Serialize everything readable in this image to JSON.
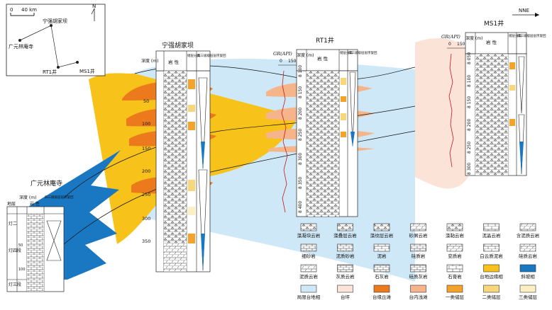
{
  "north": "N",
  "direction": "NNE",
  "map": {
    "scale_zero": "0",
    "scale_label": "40 km",
    "wells": {
      "ningqiang": "宁强胡家坝",
      "guangyuan": "广元林庵寺",
      "rt1": "RT1井",
      "ms1": "MS1井"
    }
  },
  "sections": {
    "guangyuan": {
      "title": "广元林庵寺",
      "col_strata": "地层",
      "col_depth": "深度 (m)",
      "col_lith": "岩 性",
      "col_seq": "四三级级层层序旋回",
      "formation_labels": [
        "灯四段",
        "灯三段",
        "灯二"
      ],
      "depth_ticks": [
        "50",
        "100"
      ]
    },
    "ningqiang": {
      "title": "宁强胡家坝",
      "col_depth": "深度 (m)",
      "col_lith": "岩 性",
      "col_reservoir": "储层分类",
      "col_seq": "四三级级层层序旋回",
      "depth_ticks": [
        "50",
        "100",
        "150",
        "200",
        "250",
        "300",
        "350"
      ]
    },
    "rt1": {
      "title": "RT1井",
      "gr_label": "GR(API)",
      "gr_min": "0",
      "gr_max": "150",
      "col_depth": "深度 (m)",
      "col_lith": "岩 性",
      "col_reservoir": "储层分类",
      "col_seq": "四三级级层层序旋回",
      "depth_ticks": [
        "8 100",
        "8 150",
        "8 200",
        "8 250",
        "8 300",
        "8 350",
        "8 400"
      ]
    },
    "ms1": {
      "title": "MS1井",
      "gr_label": "GR(API)",
      "gr_min": "0",
      "gr_max": "150",
      "col_depth": "深度 (m)",
      "col_lith": "岩 性",
      "col_reservoir": "储层分类",
      "col_seq": "四三级级层层序旋回",
      "depth_ticks": [
        "8 050",
        "8 100",
        "8 150",
        "8 200",
        "8 250",
        "8 300"
      ]
    }
  },
  "legend": [
    {
      "label": "藻凝块云岩",
      "pattern": "algal-clot",
      "swatch": "#ffffff"
    },
    {
      "label": "藻叠层云岩",
      "pattern": "stromatolite",
      "swatch": "#ffffff"
    },
    {
      "label": "藻纹层云岩",
      "pattern": "algal-laminae",
      "swatch": "#ffffff"
    },
    {
      "label": "砂屑云岩",
      "pattern": "sandy-dolomite",
      "swatch": "#ffffff"
    },
    {
      "label": "藻黏云岩",
      "pattern": "algal-sticky",
      "swatch": "#ffffff"
    },
    {
      "label": "泥晶云岩",
      "pattern": "micrite-dolomite",
      "swatch": "#ffffff"
    },
    {
      "label": "含泥质云岩",
      "pattern": "muddy-dolomite",
      "swatch": "#ffffff"
    },
    {
      "label": "细砂岩",
      "pattern": "fine-sandstone",
      "swatch": "#ffffff"
    },
    {
      "label": "泥质砂岩",
      "pattern": "muddy-sandstone",
      "swatch": "#ffffff"
    },
    {
      "label": "泥岩",
      "pattern": "mudstone",
      "swatch": "#ffffff"
    },
    {
      "label": "硅质岩",
      "pattern": "siliceous",
      "swatch": "#ffffff"
    },
    {
      "label": "变质岩",
      "pattern": "metamorphic",
      "swatch": "#ffffff"
    },
    {
      "label": "白云质泥岩",
      "pattern": "dolomitic-mudstone",
      "swatch": "#ffffff"
    },
    {
      "label": "硅质云岩",
      "pattern": "siliceous-dolomite",
      "swatch": "#ffffff"
    },
    {
      "label": "泥质云岩",
      "pattern": "argillaceous-dolomite",
      "swatch": "#ffffff"
    },
    {
      "label": "灰质云岩",
      "pattern": "calcareous-dolomite",
      "swatch": "#ffffff"
    },
    {
      "label": "石灰岩",
      "pattern": "limestone",
      "swatch": "#ffffff"
    },
    {
      "label": "硅质灰岩",
      "pattern": "siliceous-limestone",
      "swatch": "#ffffff"
    },
    {
      "label": "石膏岩",
      "pattern": "gypsum",
      "swatch": "#ffffff"
    },
    {
      "label": "台地边缘相",
      "pattern": "solid",
      "swatch": "#f7c21a"
    },
    {
      "label": "斜坡相",
      "pattern": "solid",
      "swatch": "#1a78c2"
    },
    {
      "label": "局限台地相",
      "pattern": "solid",
      "swatch": "#cfe8f7"
    },
    {
      "label": "台坪",
      "pattern": "solid",
      "swatch": "#fbe3d8"
    },
    {
      "label": "台缘丘滩",
      "pattern": "solid",
      "swatch": "#ec7a1d"
    },
    {
      "label": "台内浅滩",
      "pattern": "solid",
      "swatch": "#f5b48a"
    },
    {
      "label": "一类储层",
      "pattern": "solid",
      "swatch": "#f3a32a"
    },
    {
      "label": "二类储层",
      "pattern": "solid",
      "swatch": "#f7d77a"
    },
    {
      "label": "三类储层",
      "pattern": "solid",
      "swatch": "#fcefc4"
    }
  ]
}
